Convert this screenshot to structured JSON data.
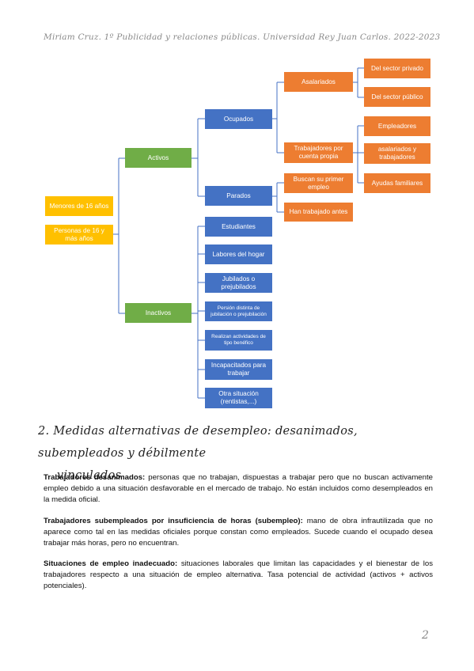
{
  "header": "Miriam Cruz. 1º Publicidad y relaciones públicas. Universidad Rey Juan Carlos. 2022-2023",
  "diagram": {
    "menores": "Menores de 16 años",
    "personas": "Personas de 16 y más años",
    "activos": "Activos",
    "inactivos": "Inactivos",
    "ocupados": "Ocupados",
    "parados": "Parados",
    "asalariados": "Asalariados",
    "cuenta_propia": "Trabajadores por cuenta propia",
    "sector_privado": "Del sector privado",
    "sector_publico": "Del sector público",
    "empleadores": "Empleadores",
    "asalariados_trabajadores": "asalariados y trabajadores",
    "ayudas": "Ayudas familiares",
    "primer_empleo": "Buscan su primer empleo",
    "trabajado_antes": "Han trabajado antes",
    "estudiantes": "Estudiantes",
    "labores": "Labores del hogar",
    "jubilados": "Jubilados o prejubilados",
    "pension": "Persión distinta de jubilación o prejubilación",
    "beneficas": "Realizan actividades de tipo benéfico",
    "incapacitados": "Incapacitados para trabajar",
    "otra": "Otra situación (rentistas,...)"
  },
  "section": {
    "line1": "2. Medidas alternativas de desempleo: desanimados, subempleados y débilmente",
    "line2": "vinculados"
  },
  "paragraphs": [
    {
      "term": "Trabajadores desanimados:",
      "text": " personas que no trabajan, dispuestas a trabajar pero que no buscan activamente empleo debido a una situación desfavorable en el mercado de trabajo. No están incluidos como desempleados en la medida oficial."
    },
    {
      "term": "Trabajadores subempleados por insuficiencia de horas (subempleo):",
      "text": " mano de obra infrautilizada que no aparece como tal en las medidas oficiales porque constan como empleados. Sucede cuando el ocupado desea trabajar más horas, pero no encuentran."
    },
    {
      "term": "Situaciones de empleo inadecuado:",
      "text": " situaciones laborales que limitan las capacidades y el bienestar de los trabajadores respecto a una situación de empleo alternativa. Tasa potencial de actividad (activos + activos potenciales)."
    }
  ],
  "page_number": "2",
  "colors": {
    "yellow": "#ffc000",
    "green": "#70ad47",
    "blue": "#4472c4",
    "orange": "#ed7d31"
  }
}
